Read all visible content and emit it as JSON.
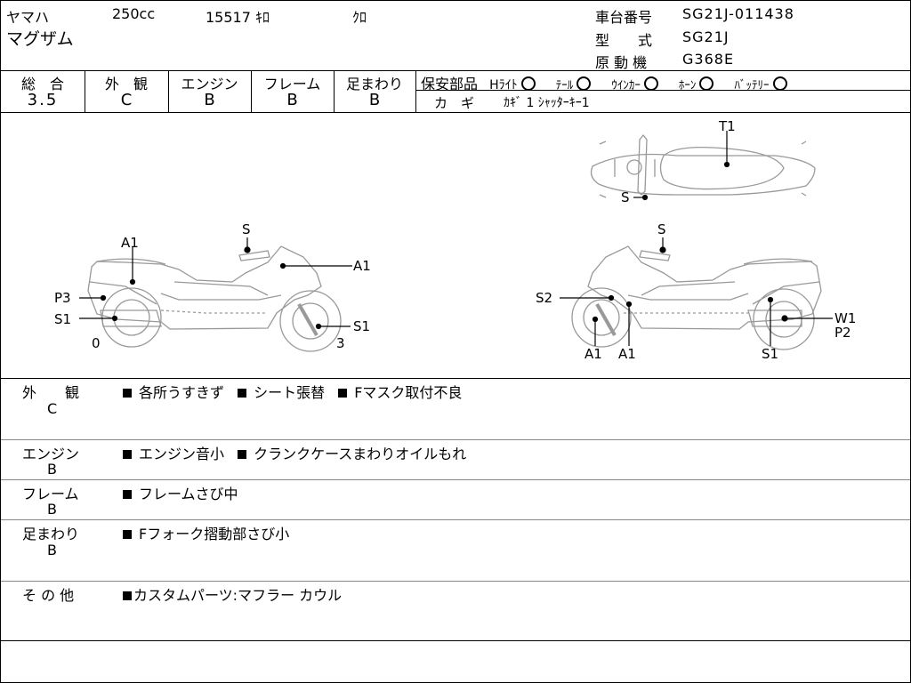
{
  "header": {
    "maker": "ヤマハ",
    "cc": "250cc",
    "mileage": "15517",
    "mileage_unit": "ｷﾛ",
    "color": "ｸﾛ",
    "model_name": "マグザム",
    "frame_no_label": "車台番号",
    "frame_no": "SG21J-011438",
    "type_label": "型　　式",
    "type": "SG21J",
    "engine_label": "原 動 機",
    "engine": "G368E"
  },
  "grades": [
    {
      "label": "総　合",
      "value": "3.5"
    },
    {
      "label": "外　観",
      "value": "C"
    },
    {
      "label": "エンジン",
      "value": "B"
    },
    {
      "label": "フレーム",
      "value": "B"
    },
    {
      "label": "足まわり",
      "value": "B"
    }
  ],
  "safety": {
    "label": "保安部品",
    "items": [
      {
        "name": "Hﾗｲﾄ",
        "status": "○"
      },
      {
        "name": "ﾃｰﾙ",
        "status": "○"
      },
      {
        "name": "ｳｲﾝｶｰ",
        "status": "○"
      },
      {
        "name": "ﾎｰﾝ",
        "status": "○"
      },
      {
        "name": "ﾊﾞｯﾃﾘｰ",
        "status": "○"
      }
    ],
    "key_label": "カ　ギ",
    "key_value": "ｶｷﾞ 1 ｼｬｯﾀｰｷｰ1"
  },
  "diagram": {
    "left_labels": {
      "a1_top": "A1",
      "s_top": "S",
      "a1_right": "A1",
      "p3": "P3",
      "s1_left": "S1",
      "s1_right": "S1",
      "zero": "0",
      "three": "3"
    },
    "top_labels": {
      "t1": "T1",
      "s": "S"
    },
    "right_labels": {
      "s_top": "S",
      "s2": "S2",
      "w1": "W1",
      "p2": "P2",
      "a1_a": "A1",
      "a1_b": "A1",
      "s1": "S1"
    }
  },
  "sections": [
    {
      "label": "外　　観",
      "grade": "C",
      "items": [
        "各所うすきず",
        "シート張替",
        "Fマスク取付不良"
      ]
    },
    {
      "label": "エンジン",
      "grade": "B",
      "items": [
        "エンジン音小",
        "クランクケースまわりオイルもれ"
      ]
    },
    {
      "label": "フレーム",
      "grade": "B",
      "items": [
        "フレームさび中"
      ]
    },
    {
      "label": "足まわり",
      "grade": "B",
      "items": [
        "Fフォーク摺動部さび小"
      ]
    },
    {
      "label": "そ の 他",
      "grade": "",
      "items": [
        "カスタムパーツ:マフラー カウル"
      ]
    }
  ]
}
